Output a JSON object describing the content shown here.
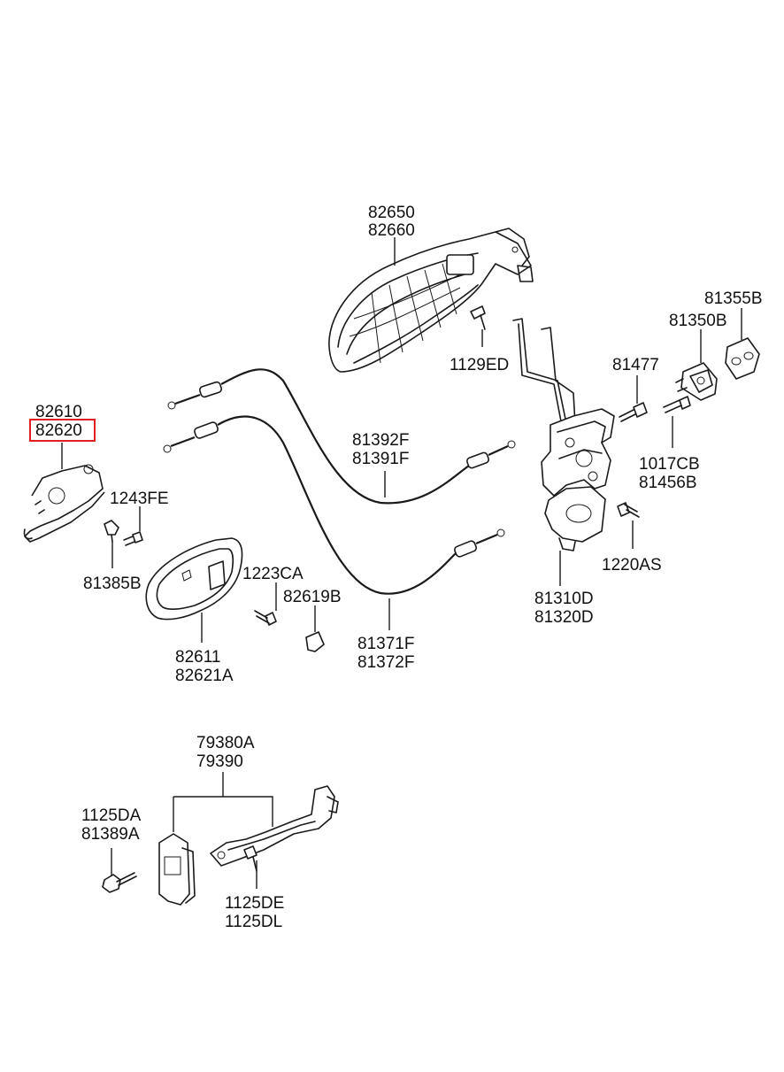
{
  "labels": {
    "p_82650": "82650",
    "p_82660": "82660",
    "p_1129ED": "1129ED",
    "p_81355B": "81355B",
    "p_81350B": "81350B",
    "p_81477": "81477",
    "p_1017CB": "1017CB",
    "p_81456B": "81456B",
    "p_1220AS": "1220AS",
    "p_81310D": "81310D",
    "p_81320D": "81320D",
    "p_81392F": "81392F",
    "p_81391F": "81391F",
    "p_81371F": "81371F",
    "p_81372F": "81372F",
    "p_82610": "82610",
    "p_82620": "82620",
    "p_1243FE": "1243FE",
    "p_81385B": "81385B",
    "p_1223CA": "1223CA",
    "p_82619B": "82619B",
    "p_82611": "82611",
    "p_82621A": "82621A",
    "p_79380A": "79380A",
    "p_79390": "79390",
    "p_1125DA": "1125DA",
    "p_81389A": "81389A",
    "p_1125DE": "1125DE",
    "p_1125DL": "1125DL"
  },
  "highlight": {
    "part": "82620",
    "color": "#e0201f"
  }
}
